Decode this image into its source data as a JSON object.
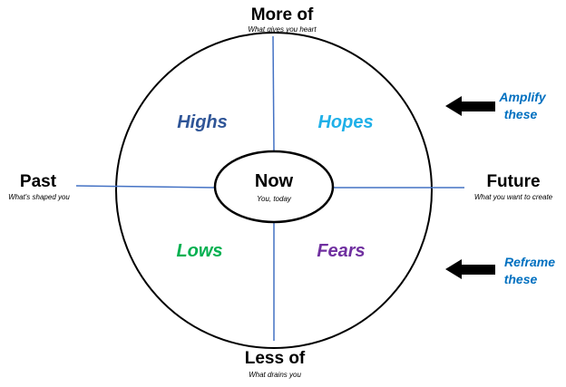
{
  "colors": {
    "axis_line": "#4472c4",
    "circle_stroke": "#000000",
    "highs": "#2f5597",
    "hopes": "#1fb0e8",
    "lows": "#00b050",
    "fears": "#7030a0",
    "action_text": "#0070c0",
    "arrow": "#000000"
  },
  "axes": {
    "top": {
      "label": "More of",
      "sub": "What gives you heart"
    },
    "bottom": {
      "label": "Less of",
      "sub": "What drains you"
    },
    "left": {
      "label": "Past",
      "sub": "What's shaped you"
    },
    "right": {
      "label": "Future",
      "sub": "What you want to create"
    }
  },
  "quadrants": {
    "highs": "Highs",
    "hopes": "Hopes",
    "lows": "Lows",
    "fears": "Fears"
  },
  "center": {
    "label": "Now",
    "sub": "You, today"
  },
  "actions": {
    "amplify": {
      "line1": "Amplify",
      "line2": "these",
      "icon": "arrow-left-icon"
    },
    "reframe": {
      "line1": "Reframe",
      "line2": "these",
      "icon": "arrow-left-icon"
    }
  }
}
